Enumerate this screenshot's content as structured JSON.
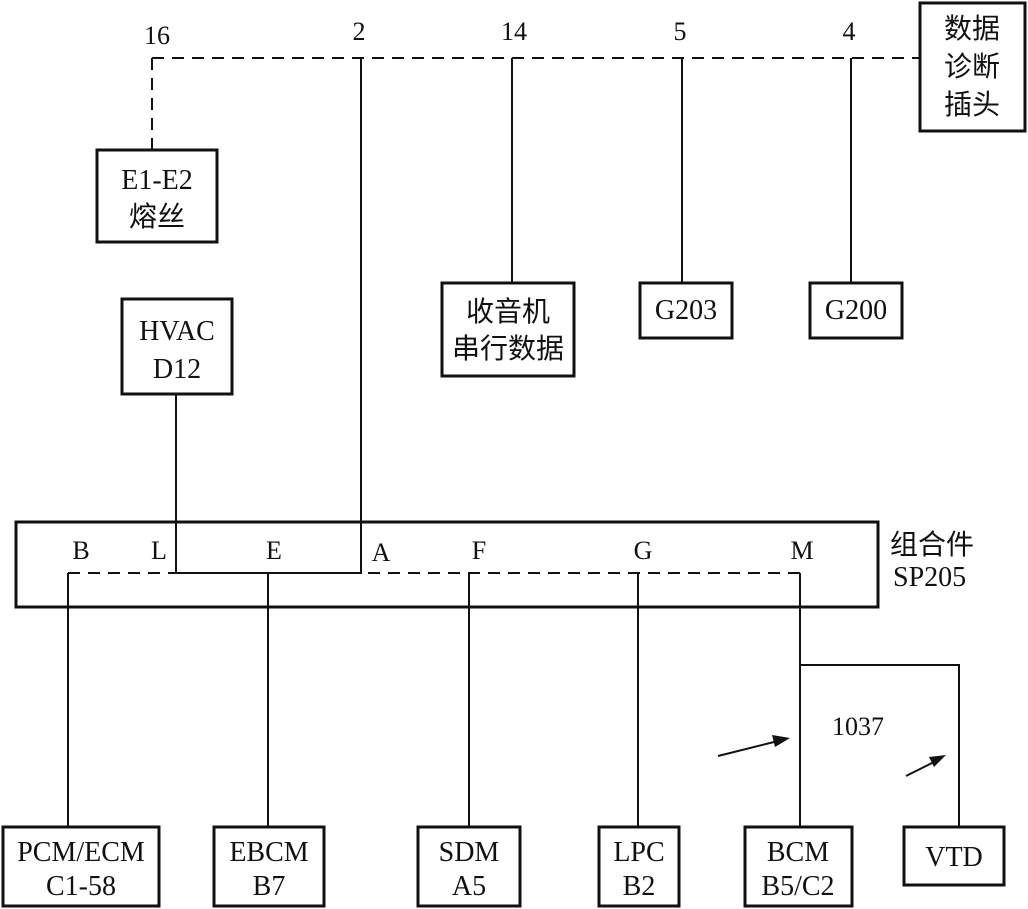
{
  "connector": {
    "title_lines": [
      "数据",
      "诊断",
      "插头"
    ],
    "pins": [
      "16",
      "2",
      "14",
      "5",
      "4"
    ]
  },
  "modules_top": {
    "fuse": [
      "E1-E2",
      "熔丝"
    ],
    "hvac": [
      "HVAC",
      "D12"
    ],
    "radio": [
      "收音机",
      "串行数据"
    ],
    "g203": "G203",
    "g200": "G200"
  },
  "splice": {
    "name_lines": [
      "组合件",
      "SP205"
    ],
    "terminals": [
      "B",
      "L",
      "E",
      "A",
      "F",
      "G",
      "M"
    ]
  },
  "wire_number": "1037",
  "modules_bottom": {
    "pcm": [
      "PCM/ECM",
      "C1-58"
    ],
    "ebcm": [
      "EBCM",
      "B7"
    ],
    "sdm": [
      "SDM",
      "A5"
    ],
    "lpc": [
      "LPC",
      "B2"
    ],
    "bcm": [
      "BCM",
      "B5/C2"
    ],
    "vtd": "VTD"
  }
}
